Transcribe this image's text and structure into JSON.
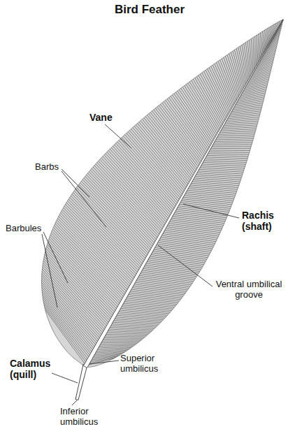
{
  "diagram": {
    "title": "Bird Feather",
    "labels": [
      "Vane",
      "Barbs",
      "Rachis (shaft)",
      "Barbules",
      "Ventral umbilical groove",
      "Calamus (quill)",
      "Superior umbilicus",
      "Inferior umbilicus"
    ]
  }
}
